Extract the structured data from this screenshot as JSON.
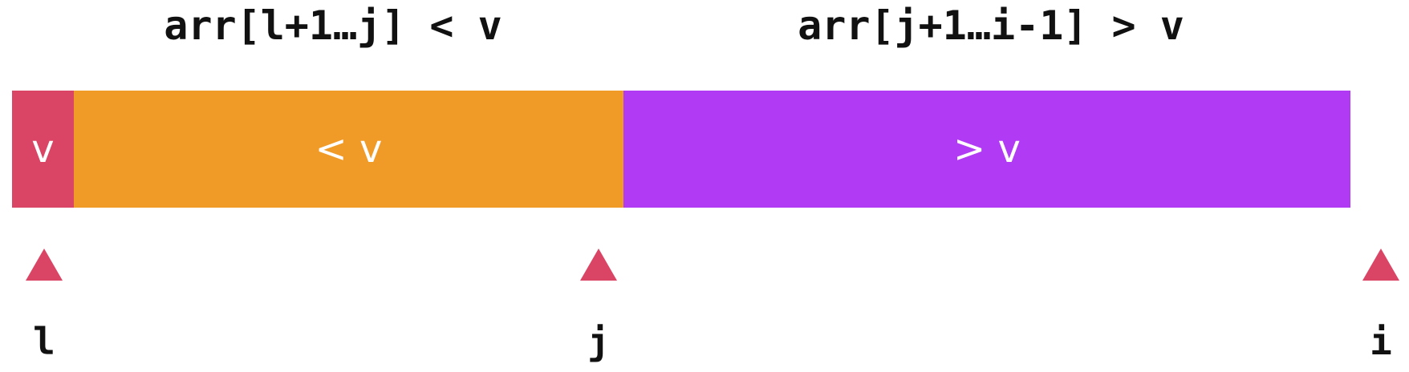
{
  "ranges": {
    "left": "arr[l+1…j] < v",
    "right": "arr[j+1…i-1] > v"
  },
  "segments": [
    {
      "key": "pivot",
      "label": "v",
      "color": "#DA4565"
    },
    {
      "key": "less",
      "label": "< v",
      "color": "#F09A28"
    },
    {
      "key": "greater",
      "label": "> v",
      "color": "#B13AF5"
    }
  ],
  "pointers": {
    "color": "#DA4565",
    "l": "l",
    "j": "j",
    "i": "i"
  }
}
